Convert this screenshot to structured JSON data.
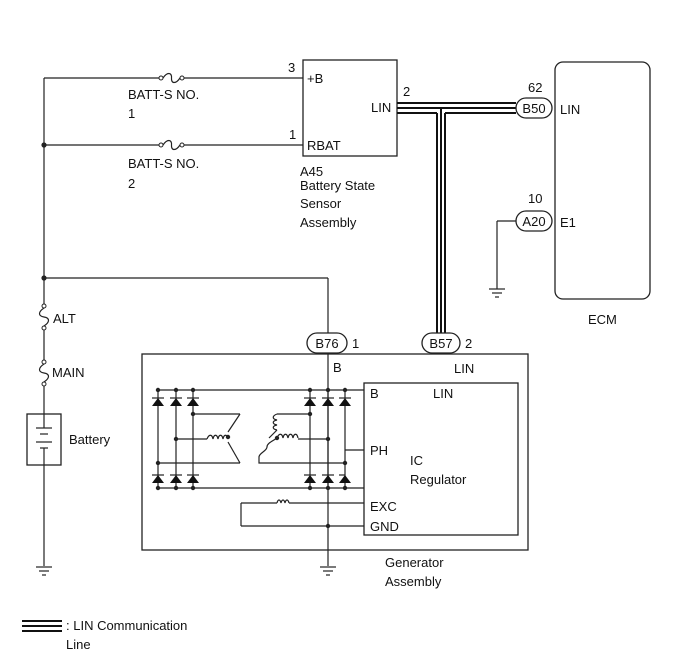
{
  "fuses": {
    "batt_s_no1": [
      "BATT-S NO.",
      "1"
    ],
    "batt_s_no2": [
      "BATT-S NO.",
      "2"
    ],
    "alt": "ALT",
    "main": "MAIN"
  },
  "battery": {
    "label": "Battery"
  },
  "sensor": {
    "pin_b_num": "3",
    "pin_b": "+B",
    "pin_rbat_num": "1",
    "pin_rbat": "RBAT",
    "pin_lin": "LIN",
    "pin_lin_num": "2",
    "name": [
      "A45",
      "Battery State",
      "Sensor",
      "Assembly"
    ]
  },
  "ecm": {
    "name": "ECM",
    "lin_pin_num": "62",
    "lin_connector": "B50",
    "lin_label": "LIN",
    "e1_pin_num": "10",
    "e1_connector": "A20",
    "e1_label": "E1"
  },
  "generator": {
    "b_connector": "B76",
    "b_pin_num": "1",
    "b_label_outer": "B",
    "lin_connector": "B57",
    "lin_pin_num": "2",
    "lin_label_outer": "LIN",
    "name": [
      "Generator",
      "Assembly"
    ]
  },
  "regulator": {
    "pin_b": "B",
    "pin_lin": "LIN",
    "pin_ph": "PH",
    "pin_exc": "EXC",
    "pin_gnd": "GND",
    "name": [
      "IC",
      "Regulator"
    ]
  },
  "legend": {
    "text": [
      ": LIN Communication",
      "Line"
    ]
  }
}
